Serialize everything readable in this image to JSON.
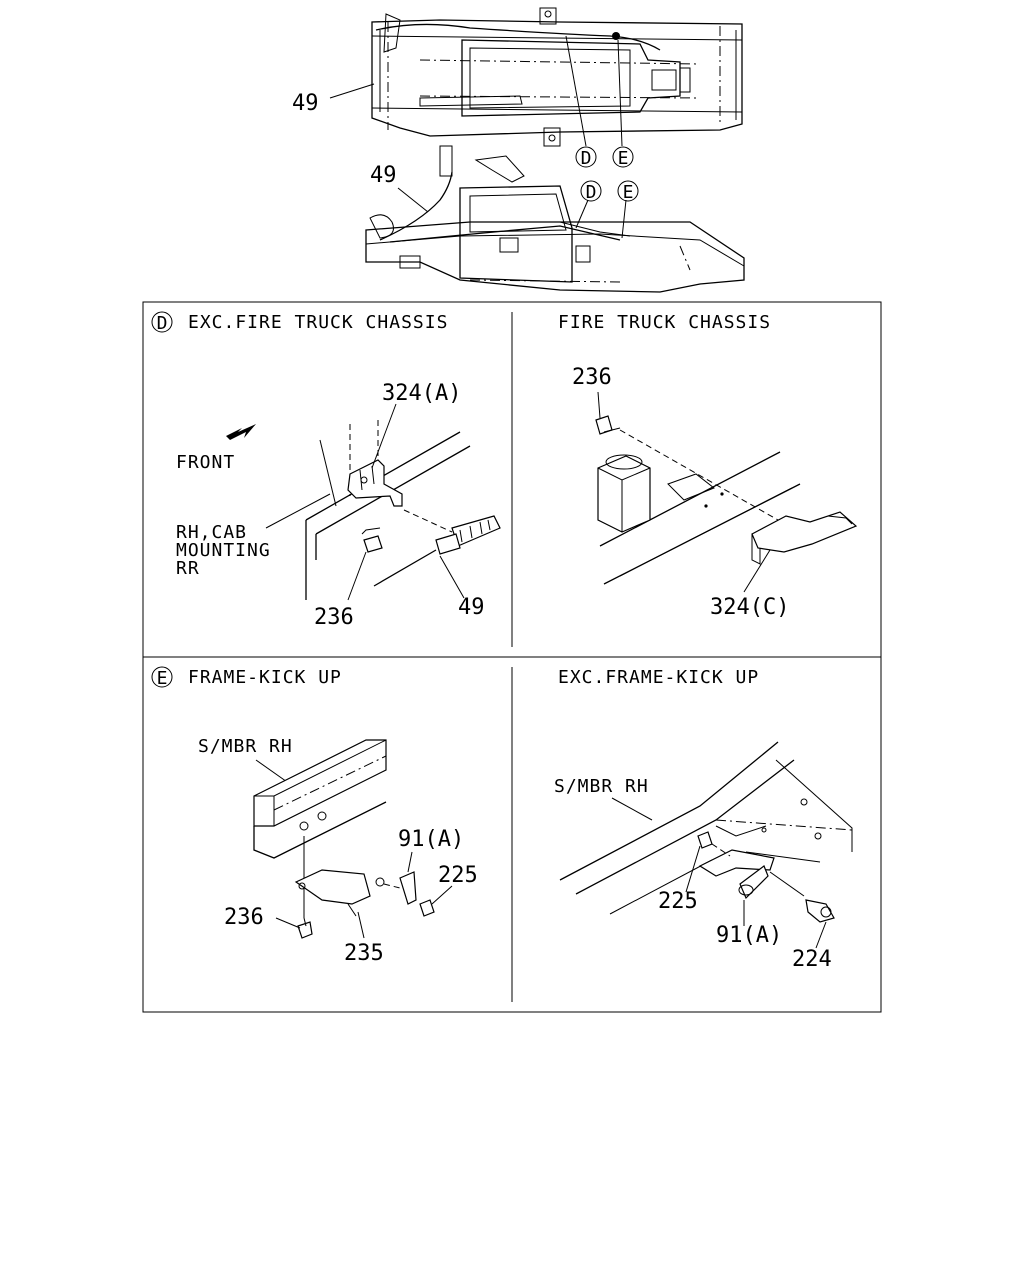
{
  "top_figure": {
    "cable_label_upper": "49",
    "cable_label_lower": "49",
    "callout_d_upper": "D",
    "callout_e_upper": "E",
    "callout_d_lower": "D",
    "callout_e_lower": "E"
  },
  "panel_d_left": {
    "marker": "D",
    "title": "EXC.FIRE TRUCK CHASSIS",
    "front_label": "FRONT",
    "mount_label_1": "RH,CAB",
    "mount_label_2": "MOUNTING",
    "mount_label_3": "RR",
    "part_bracket": "324(A)",
    "part_bolt": "236",
    "part_cable": "49"
  },
  "panel_d_right": {
    "title": "FIRE TRUCK CHASSIS",
    "part_bolt": "236",
    "part_bracket": "324(C)"
  },
  "panel_e_left": {
    "marker": "E",
    "title": "FRAME-KICK UP",
    "member_label": "S/MBR RH",
    "part_clip": "91(A)",
    "part_nut": "225",
    "part_bolt": "236",
    "part_bracket": "235"
  },
  "panel_e_right": {
    "title": "EXC.FRAME-KICK UP",
    "member_label": "S/MBR RH",
    "part_nut": "225",
    "part_clip": "91(A)",
    "part_bolt": "224"
  }
}
